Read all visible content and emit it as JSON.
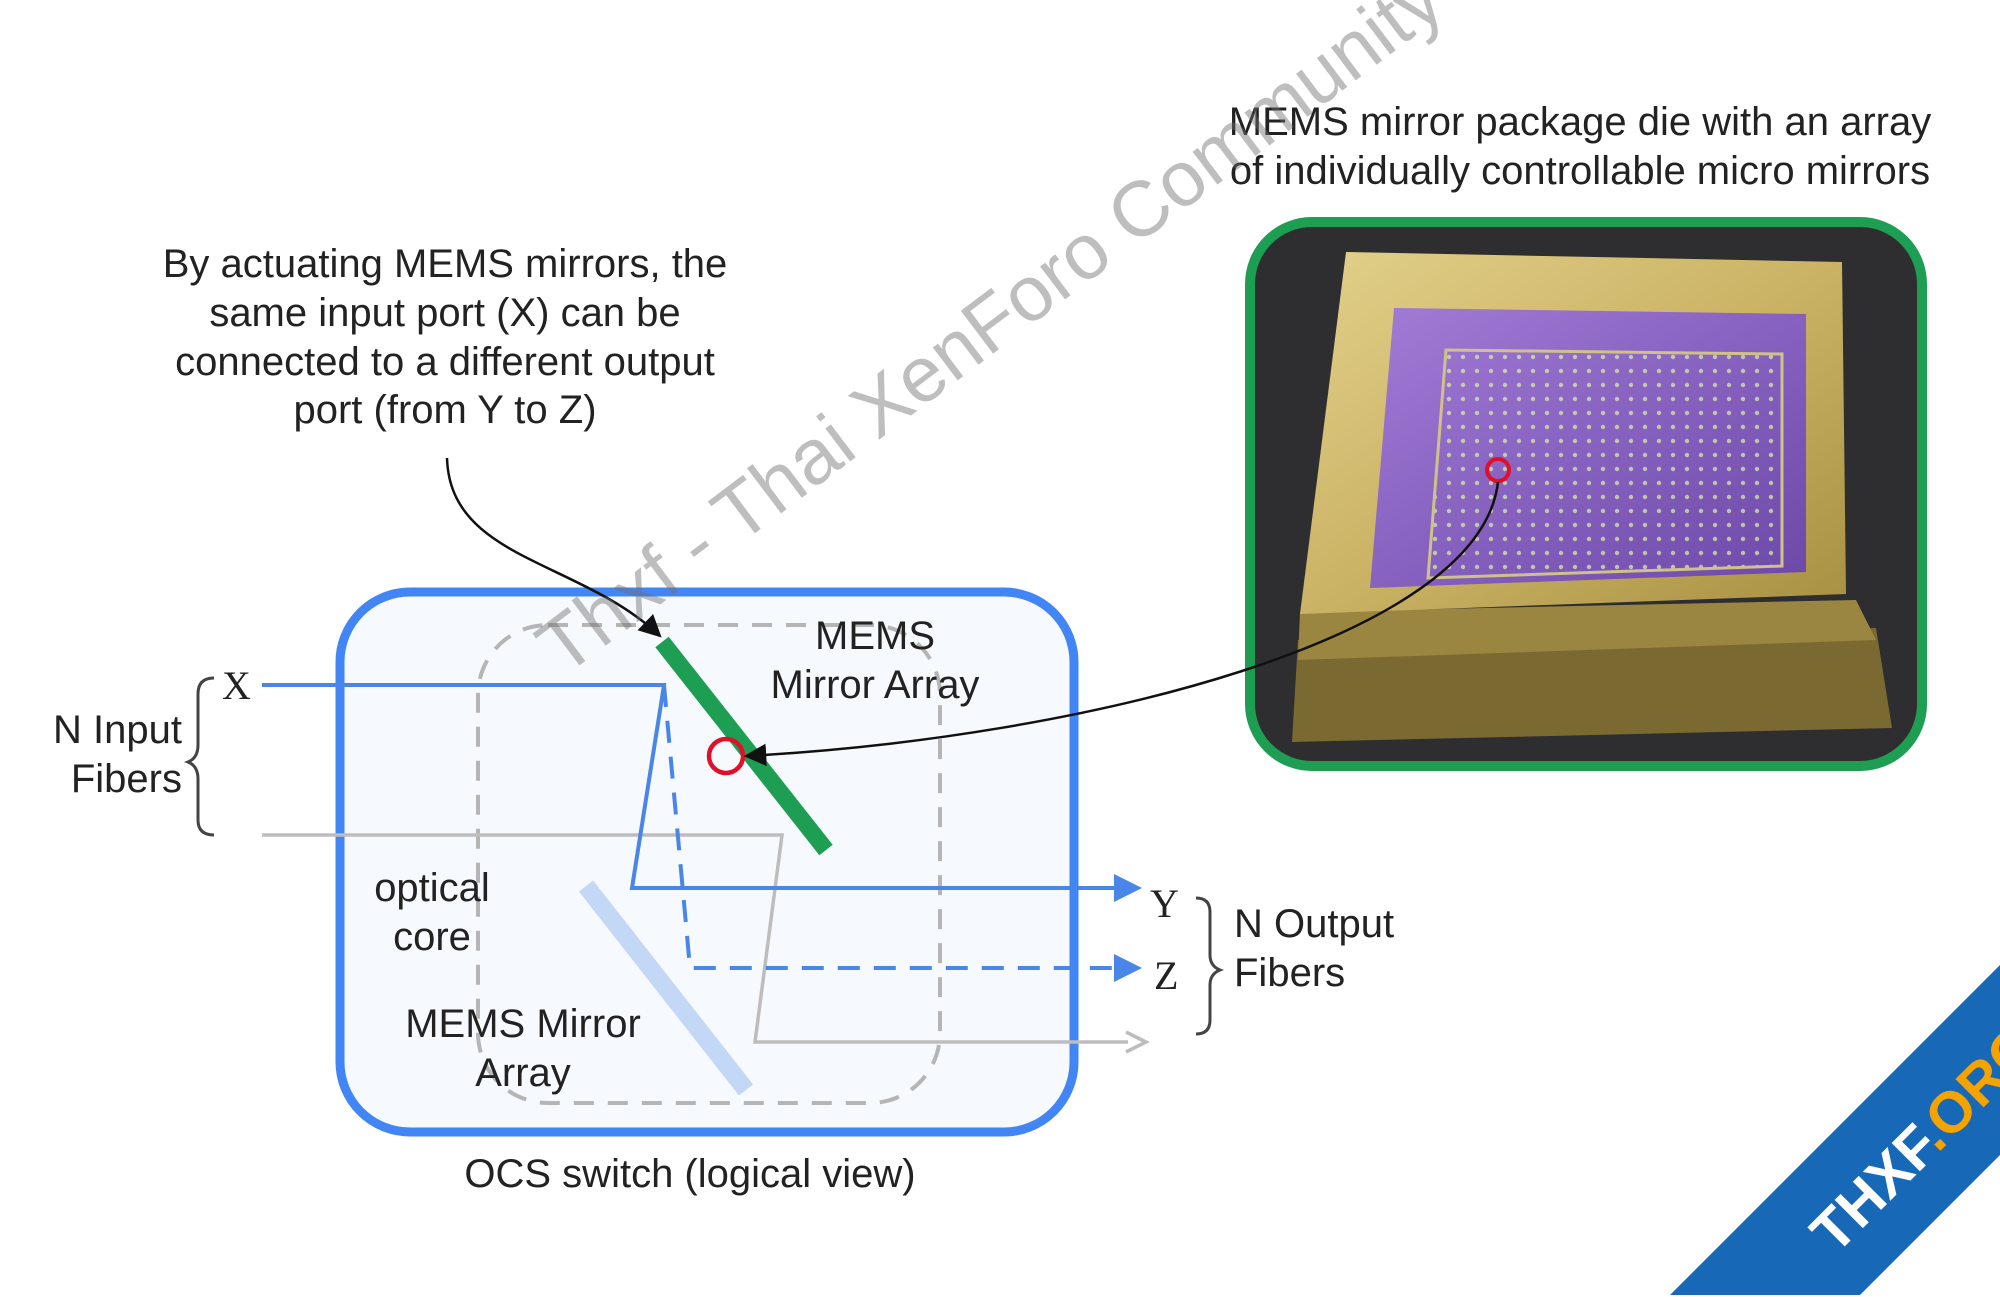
{
  "annotation_top": "By actuating MEMS mirrors, the\nsame input port (X) can be\nconnected to a different output\nport (from Y to Z)",
  "photo_caption": "MEMS mirror package die with an array\nof individually controllable micro mirrors",
  "switch": {
    "mems_top_label": "MEMS\nMirror Array",
    "optical_core_label": "optical\ncore",
    "mems_bottom_label": "MEMS Mirror\nArray",
    "caption": "OCS switch (logical view)"
  },
  "inputs": {
    "label": "N Input\nFibers",
    "port_x": "X"
  },
  "outputs": {
    "label": "N Output\nFibers",
    "port_y": "Y",
    "port_z": "Z"
  },
  "watermark": "Thxf - Thai XenForo Community",
  "logo": {
    "main": "THXF",
    "suffix": ".ORG"
  },
  "colors": {
    "switch_border": "#4285f4",
    "beam": "#4a86e8",
    "mirror": "#1e9e52",
    "highlight_circle": "#e0102a",
    "photo_border": "#1e9e52",
    "ribbon": "#1769b8",
    "logo_accent": "#f5a300"
  }
}
